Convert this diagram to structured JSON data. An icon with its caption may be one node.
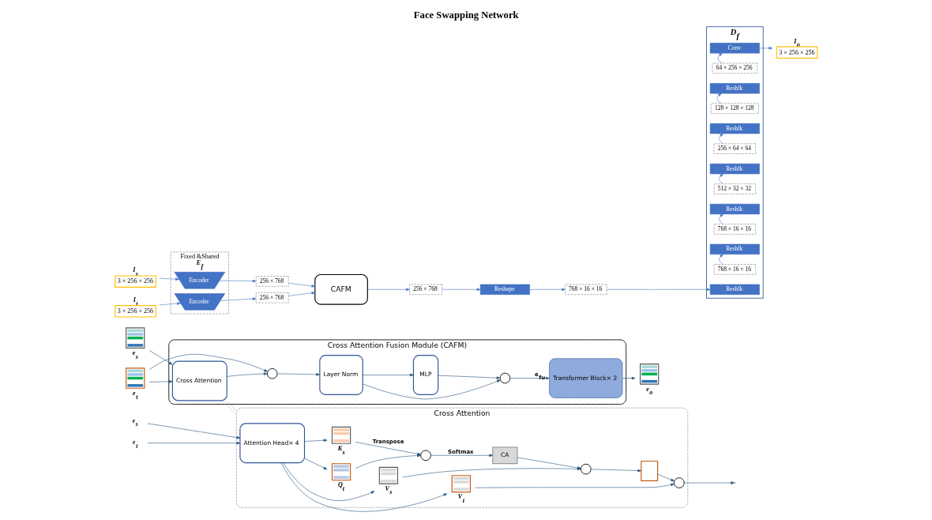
{
  "diagram": {
    "title": "Face Swapping Network",
    "nodes": [
      {
        "text": [
          "I$_{s}$",
          "3 × 256 × 256"
        ]
      },
      {
        "text": [
          "I$_{t}$",
          "3 × 256 × 256"
        ]
      },
      {
        "text": [
          "Fixed &Shared",
          "E$_{f}$"
        ]
      },
      {
        "text": [
          "Encoder"
        ],
        "in": 2
      },
      {
        "text": [
          "Encoder"
        ],
        "in": 2
      },
      {
        "text": [
          "256 × 768"
        ]
      },
      {
        "text": [
          "256 × 768"
        ]
      },
      {
        "text": [
          "CAFM"
        ]
      },
      {
        "text": [
          "256 × 768"
        ]
      },
      {
        "text": [
          "Reshape"
        ]
      },
      {
        "text": [
          "768 × 16 × 16"
        ]
      },
      {
        "text": [
          "I$_{o}$",
          "3 × 256 × 256"
        ]
      },
      {
        "text": [
          "D$_{f}$"
        ]
      },
      {
        "text": [
          "Conv"
        ],
        "in": 12
      },
      {
        "text": [
          "64 × 256 × 256"
        ],
        "in": 12
      },
      {
        "text": [
          "Resblk"
        ],
        "in": 12
      },
      {
        "text": [
          "128 × 128 × 128"
        ],
        "in": 12
      },
      {
        "text": [
          "Resblk"
        ],
        "in": 12
      },
      {
        "text": [
          "256 × 64 × 64"
        ],
        "in": 12
      },
      {
        "text": [
          "Resblk"
        ],
        "in": 12
      },
      {
        "text": [
          "512 × 32 × 32"
        ],
        "in": 12
      },
      {
        "text": [
          "Resblk"
        ],
        "in": 12
      },
      {
        "text": [
          "768 × 16 × 16"
        ],
        "in": 12
      },
      {
        "text": [
          "Resblk"
        ],
        "in": 12
      },
      {
        "text": [
          "768 × 16 × 16"
        ],
        "in": 12
      },
      {
        "text": [
          "Resblk"
        ],
        "in": 12
      },
      {
        "text": [
          "Cross Attention Fusion Module (CAFM)"
        ]
      },
      {
        "text": [
          "e$_{s}$"
        ]
      },
      {
        "text": [
          "e$_{t}$"
        ]
      },
      {
        "text": [
          "Cross Attention"
        ],
        "in": 26
      },
      {
        "text": [],
        "shape": "circle",
        "in": 26
      },
      {
        "text": [
          "Layer Norm"
        ],
        "in": 26
      },
      {
        "text": [
          "MLP"
        ],
        "in": 26
      },
      {
        "text": [],
        "shape": "circle",
        "in": 26
      },
      {
        "text": [
          "Transformer Block× 2"
        ],
        "in": 26
      },
      {
        "text": [
          "e$_{o}$"
        ]
      },
      {
        "text": [
          "Cross Attention"
        ]
      },
      {
        "text": [
          "e$_{s}$"
        ]
      },
      {
        "text": [
          "e$_{t}$"
        ]
      },
      {
        "text": [
          "Attention Head× 4"
        ],
        "in": 36
      },
      {
        "text": [
          "V$_{s}$"
        ],
        "in": 36
      },
      {
        "text": [
          "K$_{s}$"
        ],
        "in": 36
      },
      {
        "text": [
          "Q$_{t}$"
        ],
        "in": 36
      },
      {
        "text": [
          "V$_{t}$"
        ],
        "in": 36
      },
      {
        "text": [],
        "shape": "circle",
        "in": 36
      },
      {
        "text": [
          "CA"
        ],
        "in": 36
      },
      {
        "text": [],
        "shape": "circle",
        "in": 36
      },
      {
        "text": [],
        "shape": "box",
        "in": 36
      },
      {
        "text": [],
        "shape": "circle",
        "in": 36
      }
    ],
    "edges": [
      {
        "from": 0,
        "to": 3,
        "arrow": "to",
        "color": "#4472c4"
      },
      {
        "from": 1,
        "to": 4,
        "arrow": "to",
        "color": "#4472c4"
      },
      {
        "from": 3,
        "to": 5,
        "arrow": "to",
        "color": "#4472c4"
      },
      {
        "from": 4,
        "to": 6,
        "arrow": "to",
        "color": "#4472c4"
      },
      {
        "from": 5,
        "to": 7,
        "arrow": "to",
        "color": "#4472c4"
      },
      {
        "from": 6,
        "to": 7,
        "arrow": "to",
        "color": "#4472c4"
      },
      {
        "from": 7,
        "to": 8,
        "arrow": "to",
        "color": "#4472c4"
      },
      {
        "from": 8,
        "to": 9,
        "arrow": "to",
        "color": "#4472c4"
      },
      {
        "from": 9,
        "to": 10,
        "arrow": "to",
        "color": "#4472c4"
      },
      {
        "from": 10,
        "to": 25,
        "arrow": "to",
        "color": "#4472c4"
      },
      {
        "from": 24,
        "to": 23,
        "arrow": "to",
        "color": "#4472c4"
      },
      {
        "from": 22,
        "to": 21,
        "arrow": "to",
        "color": "#4472c4"
      },
      {
        "from": 20,
        "to": 19,
        "arrow": "to",
        "color": "#4472c4"
      },
      {
        "from": 18,
        "to": 17,
        "arrow": "to",
        "color": "#4472c4"
      },
      {
        "from": 16,
        "to": 15,
        "arrow": "to",
        "color": "#4472c4"
      },
      {
        "from": 14,
        "to": 13,
        "arrow": "to",
        "color": "#4472c4"
      },
      {
        "from": 13,
        "to": 11,
        "arrow": "to",
        "color": "#4472c4"
      },
      {
        "from": 27,
        "to": 29,
        "arrow": "to"
      },
      {
        "from": 28,
        "to": 29,
        "arrow": "to"
      },
      {
        "from": 28,
        "to": 30,
        "arrow": "to"
      },
      {
        "from": 29,
        "to": 30,
        "arrow": "to"
      },
      {
        "from": 30,
        "to": 31,
        "arrow": "to"
      },
      {
        "from": 31,
        "to": 32,
        "arrow": "to"
      },
      {
        "from": 31,
        "to": 33,
        "arrow": "to"
      },
      {
        "from": 32,
        "to": 33,
        "arrow": "to"
      },
      {
        "from": 33,
        "to": 34,
        "arrow": "to",
        "label": "e$_{fu}$"
      },
      {
        "from": 34,
        "to": 35,
        "arrow": "to"
      },
      {
        "from": 29,
        "to": 36,
        "arrow": "none",
        "style": "dashed",
        "color": "#a6a6a6"
      },
      {
        "from": 29,
        "to": 36,
        "arrow": "none",
        "style": "dashed",
        "color": "#a6a6a6"
      },
      {
        "from": 37,
        "to": 39,
        "arrow": "to"
      },
      {
        "from": 38,
        "to": 39,
        "arrow": "to"
      },
      {
        "from": 39,
        "to": 40,
        "arrow": "to"
      },
      {
        "from": 39,
        "to": 41,
        "arrow": "to"
      },
      {
        "from": 39,
        "to": 42,
        "arrow": "to"
      },
      {
        "from": 39,
        "to": 43,
        "arrow": "to"
      },
      {
        "from": 41,
        "to": 44,
        "arrow": "to",
        "label": "Transpose"
      },
      {
        "from": 42,
        "to": 44,
        "arrow": "to"
      },
      {
        "from": 44,
        "to": 45,
        "arrow": "to",
        "label": "Softmax"
      },
      {
        "from": 45,
        "to": 46,
        "arrow": "to"
      },
      {
        "from": 40,
        "to": 46,
        "arrow": "to"
      },
      {
        "from": 46,
        "to": 47,
        "arrow": "to"
      },
      {
        "from": 47,
        "to": 48,
        "arrow": "to"
      },
      {
        "from": 43,
        "to": 48,
        "arrow": "to"
      },
      {
        "from": 48,
        "to": null,
        "arrow": "to"
      }
    ]
  }
}
